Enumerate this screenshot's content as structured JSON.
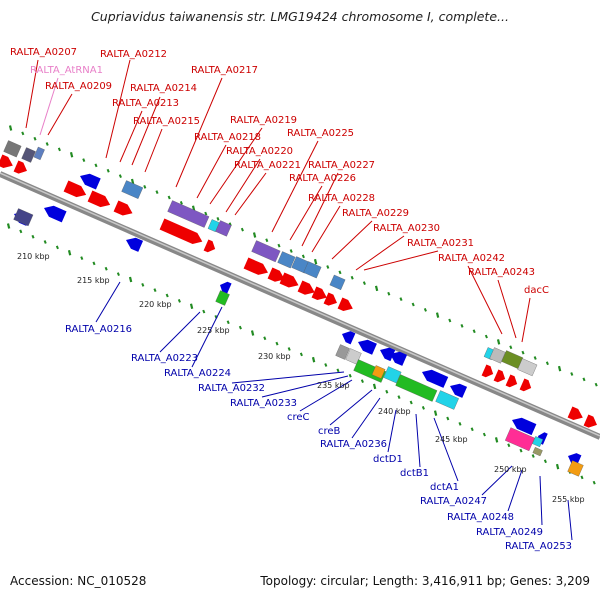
{
  "title": "Cupriavidus taiwanensis str. LMG19424 chromosome I, complete...",
  "footer": {
    "accession": "Accession: NC_010528",
    "topology": "Topology: circular; Length: 3,416,911 bp; Genes: 3,209"
  },
  "colors": {
    "forward_label": "#cc0000",
    "reverse_label": "#0000aa",
    "rna_label": "#e87fc8",
    "forward_gene": "#ee0000",
    "reverse_gene": "#0000dd",
    "backbone": "#909090",
    "ticks": "#228b22"
  },
  "kbp_ticks": [
    {
      "text": "210 kbp"
    },
    {
      "text": "215 kbp"
    },
    {
      "text": "220 kbp"
    },
    {
      "text": "225 kbp"
    },
    {
      "text": "230 kbp"
    },
    {
      "text": "235 kbp"
    },
    {
      "text": "240 kbp"
    },
    {
      "text": "245 kbp"
    },
    {
      "text": "250 kbp"
    },
    {
      "text": "255 kbp"
    }
  ],
  "forward_labels": [
    {
      "text": "RALTA_A0207",
      "color": "#cc0000"
    },
    {
      "text": "RALTA_AtRNA1",
      "color": "#e87fc8"
    },
    {
      "text": "RALTA_A0209",
      "color": "#cc0000"
    },
    {
      "text": "RALTA_A0212",
      "color": "#cc0000"
    },
    {
      "text": "RALTA_A0214",
      "color": "#cc0000"
    },
    {
      "text": "RALTA_A0213",
      "color": "#cc0000"
    },
    {
      "text": "RALTA_A0215",
      "color": "#cc0000"
    },
    {
      "text": "RALTA_A0217",
      "color": "#cc0000"
    },
    {
      "text": "RALTA_A0218",
      "color": "#cc0000"
    },
    {
      "text": "RALTA_A0219",
      "color": "#cc0000"
    },
    {
      "text": "RALTA_A0220",
      "color": "#cc0000"
    },
    {
      "text": "RALTA_A0221",
      "color": "#cc0000"
    },
    {
      "text": "RALTA_A0225",
      "color": "#cc0000"
    },
    {
      "text": "RALTA_A0227",
      "color": "#cc0000"
    },
    {
      "text": "RALTA_A0226",
      "color": "#cc0000"
    },
    {
      "text": "RALTA_A0228",
      "color": "#cc0000"
    },
    {
      "text": "RALTA_A0229",
      "color": "#cc0000"
    },
    {
      "text": "RALTA_A0230",
      "color": "#cc0000"
    },
    {
      "text": "RALTA_A0231",
      "color": "#cc0000"
    },
    {
      "text": "RALTA_A0242",
      "color": "#cc0000"
    },
    {
      "text": "RALTA_A0243",
      "color": "#cc0000"
    },
    {
      "text": "dacC",
      "color": "#cc0000"
    }
  ],
  "reverse_labels": [
    {
      "text": "RALTA_A0216",
      "color": "#0000aa"
    },
    {
      "text": "RALTA_A0223",
      "color": "#0000aa"
    },
    {
      "text": "RALTA_A0224",
      "color": "#0000aa"
    },
    {
      "text": "RALTA_A0232",
      "color": "#0000aa"
    },
    {
      "text": "RALTA_A0233",
      "color": "#0000aa"
    },
    {
      "text": "creC",
      "color": "#0000aa"
    },
    {
      "text": "creB",
      "color": "#0000aa"
    },
    {
      "text": "RALTA_A0236",
      "color": "#0000aa"
    },
    {
      "text": "dctD1",
      "color": "#0000aa"
    },
    {
      "text": "dctB1",
      "color": "#0000aa"
    },
    {
      "text": "dctA1",
      "color": "#0000aa"
    },
    {
      "text": "RALTA_A0247",
      "color": "#0000aa"
    },
    {
      "text": "RALTA_A0248",
      "color": "#0000aa"
    },
    {
      "text": "RALTA_A0249",
      "color": "#0000aa"
    },
    {
      "text": "RALTA_A0253",
      "color": "#0000aa"
    }
  ]
}
